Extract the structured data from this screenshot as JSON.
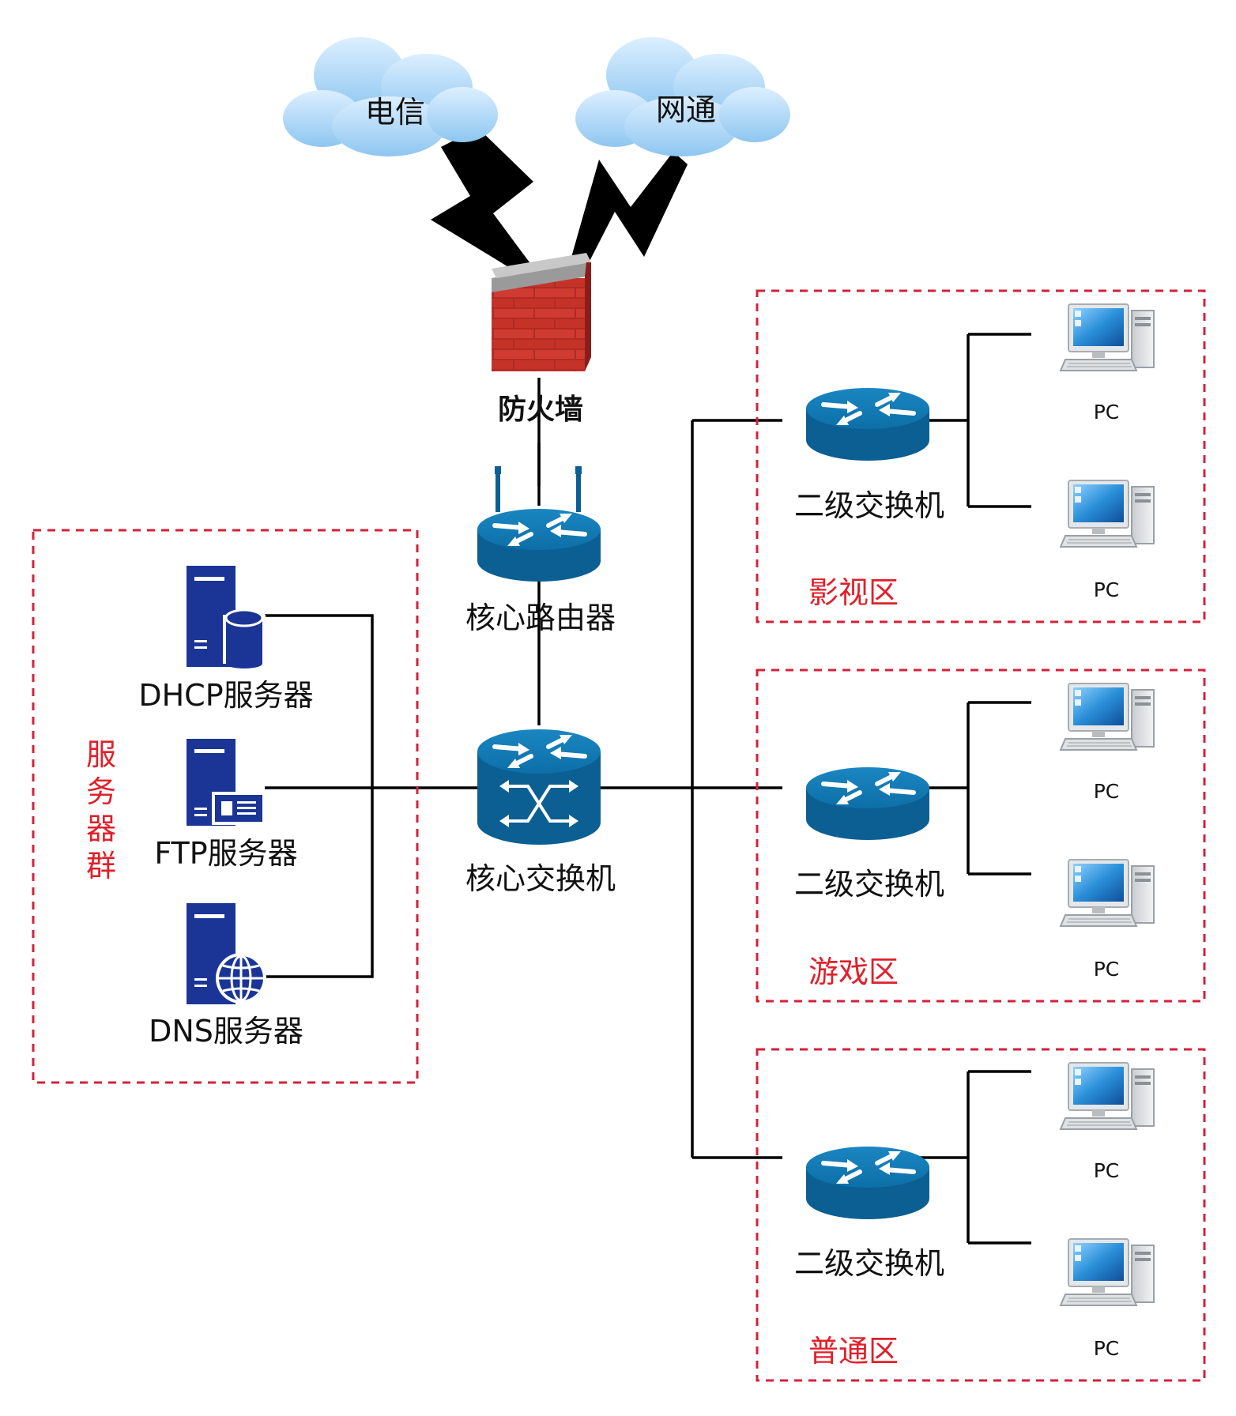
{
  "clouds": [
    {
      "label": "电信"
    },
    {
      "label": "网通"
    }
  ],
  "firewall": {
    "label": "防火墙"
  },
  "core_router": {
    "label": "核心路由器"
  },
  "core_switch": {
    "label": "核心交换机"
  },
  "server_group": {
    "label_chars": [
      "服",
      "务",
      "器",
      "群"
    ],
    "servers": [
      {
        "label": "DHCP服务器"
      },
      {
        "label": "FTP服务器"
      },
      {
        "label": "DNS服务器"
      }
    ]
  },
  "zones": [
    {
      "label": "影视区",
      "switch_label": "二级交换机",
      "pcs": [
        {
          "label": "PC"
        },
        {
          "label": "PC"
        }
      ]
    },
    {
      "label": "游戏区",
      "switch_label": "二级交换机",
      "pcs": [
        {
          "label": "PC"
        },
        {
          "label": "PC"
        }
      ]
    },
    {
      "label": "普通区",
      "switch_label": "二级交换机",
      "pcs": [
        {
          "label": "PC"
        },
        {
          "label": "PC"
        }
      ]
    }
  ],
  "colors": {
    "cloud": "#9fd0f5",
    "device_blue": "#0d6fa7",
    "server_navy": "#1b3596",
    "zone_border": "#d4213a",
    "zone_text": "#e0202a",
    "brick": "#c2322b",
    "link": "#000000"
  }
}
